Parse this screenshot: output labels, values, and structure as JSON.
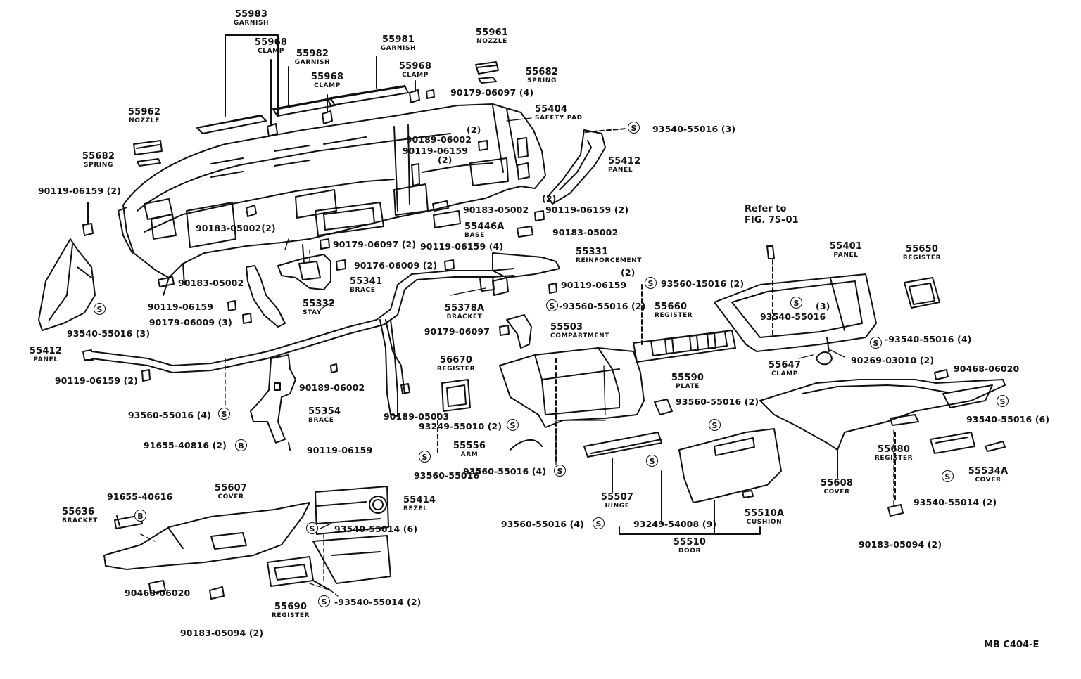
{
  "diagram_code": "MB C404-E",
  "reference_note": {
    "line1": "Refer to",
    "line2": "FIG. 75–01"
  },
  "symbols": {
    "s": "S",
    "b": "B"
  },
  "parts": [
    {
      "id": "garnish-55983",
      "number": "55983",
      "name": "GARNISH"
    },
    {
      "id": "clamp-55968-a",
      "number": "55968",
      "name": "CLAMP"
    },
    {
      "id": "garnish-55982",
      "number": "55982",
      "name": "GARNISH"
    },
    {
      "id": "clamp-55968-b",
      "number": "55968",
      "name": "CLAMP"
    },
    {
      "id": "garnish-55981",
      "number": "55981",
      "name": "GARNISH"
    },
    {
      "id": "clamp-55968-c",
      "number": "55968",
      "name": "CLAMP"
    },
    {
      "id": "nozzle-55961",
      "number": "55961",
      "name": "NOZZLE"
    },
    {
      "id": "spring-55682-a",
      "number": "55682",
      "name": "SPRING"
    },
    {
      "id": "safety-pad-55404",
      "number": "55404",
      "name": "SAFETY PAD"
    },
    {
      "id": "nozzle-55962",
      "number": "55962",
      "name": "NOZZLE"
    },
    {
      "id": "spring-55682-b",
      "number": "55682",
      "name": "SPRING"
    },
    {
      "id": "panel-55412-a",
      "number": "55412",
      "name": "PANEL"
    },
    {
      "id": "base-55446a",
      "number": "55446A",
      "name": "BASE"
    },
    {
      "id": "reinforcement-55331",
      "number": "55331",
      "name": "REINFORCEMENT"
    },
    {
      "id": "brace-55341",
      "number": "55341",
      "name": "BRACE"
    },
    {
      "id": "stay-55332",
      "number": "55332",
      "name": "STAY"
    },
    {
      "id": "panel-55412-b",
      "number": "55412",
      "name": "PANEL"
    },
    {
      "id": "bracket-55378a",
      "number": "55378A",
      "name": "BRACKET"
    },
    {
      "id": "compartment-55503",
      "number": "55503",
      "name": "COMPARTMENT"
    },
    {
      "id": "register-55660",
      "number": "55660",
      "name": "REGISTER"
    },
    {
      "id": "panel-55401",
      "number": "55401",
      "name": "PANEL"
    },
    {
      "id": "register-55650",
      "number": "55650",
      "name": "REGISTER"
    },
    {
      "id": "register-56670",
      "number": "56670",
      "name": "REGISTER"
    },
    {
      "id": "brace-55354",
      "number": "55354",
      "name": "BRACE"
    },
    {
      "id": "plate-55590",
      "number": "55590",
      "name": "PLATE"
    },
    {
      "id": "clamp-55647",
      "number": "55647",
      "name": "CLAMP"
    },
    {
      "id": "arm-55556",
      "number": "55556",
      "name": "ARM"
    },
    {
      "id": "cover-55607",
      "number": "55607",
      "name": "COVER"
    },
    {
      "id": "bezel-55414",
      "number": "55414",
      "name": "BEZEL"
    },
    {
      "id": "bracket-55636",
      "number": "55636",
      "name": "BRACKET"
    },
    {
      "id": "hinge-55507",
      "number": "55507",
      "name": "HINGE"
    },
    {
      "id": "cushion-55510a",
      "number": "55510A",
      "name": "CUSHION"
    },
    {
      "id": "door-55510",
      "number": "55510",
      "name": "DOOR"
    },
    {
      "id": "cover-55608",
      "number": "55608",
      "name": "COVER"
    },
    {
      "id": "register-55680",
      "number": "55680",
      "name": "REGISTER"
    },
    {
      "id": "cover-55534a",
      "number": "55534A",
      "name": "COVER"
    },
    {
      "id": "register-55690",
      "number": "55690",
      "name": "REGISTER"
    }
  ],
  "fasteners": [
    {
      "id": "f01",
      "text": "90179-06097 (4)"
    },
    {
      "id": "f02",
      "text": "93540-55016 (3)"
    },
    {
      "id": "f03",
      "text": "90189-06002"
    },
    {
      "id": "f04",
      "text": "(2)"
    },
    {
      "id": "f05",
      "text": "90119-06159"
    },
    {
      "id": "f06",
      "text": "(2)"
    },
    {
      "id": "f07",
      "text": "90119-06159 (2)"
    },
    {
      "id": "f08",
      "text": "90183-05002"
    },
    {
      "id": "f09",
      "text": "(2)"
    },
    {
      "id": "f10",
      "text": "90119-06159 (2)"
    },
    {
      "id": "f11",
      "text": "90183-05002(2)"
    },
    {
      "id": "f12",
      "text": "90183-05002"
    },
    {
      "id": "f13",
      "text": "90179-06097 (2)"
    },
    {
      "id": "f14",
      "text": "90119-06159 (4)"
    },
    {
      "id": "f15",
      "text": "90176-06009 (2)"
    },
    {
      "id": "f16",
      "text": "(2)"
    },
    {
      "id": "f17",
      "text": "90183-05002"
    },
    {
      "id": "f18",
      "text": "90119-06159"
    },
    {
      "id": "f19",
      "text": "93560-15016 (2)"
    },
    {
      "id": "f20",
      "text": "90119-06159"
    },
    {
      "id": "f21",
      "text": "-93560-55016 (2)"
    },
    {
      "id": "f22",
      "text": "90179-06009 (3)"
    },
    {
      "id": "f23",
      "text": "93540-55016 (3)"
    },
    {
      "id": "f24",
      "text": "90179-06097"
    },
    {
      "id": "f25",
      "text": "(3)"
    },
    {
      "id": "f26",
      "text": "93540-55016"
    },
    {
      "id": "f27",
      "text": "-93540-55016 (4)"
    },
    {
      "id": "f28",
      "text": "90269-03010 (2)"
    },
    {
      "id": "f29",
      "text": "90468-06020"
    },
    {
      "id": "f30",
      "text": "90119-06159 (2)"
    },
    {
      "id": "f31",
      "text": "90189-06002"
    },
    {
      "id": "f32",
      "text": "93560-55016 (4)"
    },
    {
      "id": "f33",
      "text": "90189-05003"
    },
    {
      "id": "f34",
      "text": "93249-55010 (2)"
    },
    {
      "id": "f35",
      "text": "93560-55016 (2)"
    },
    {
      "id": "f36",
      "text": "93540-55016 (6)"
    },
    {
      "id": "f37",
      "text": "91655-40816 (2)"
    },
    {
      "id": "f38",
      "text": "90119-06159"
    },
    {
      "id": "f39",
      "text": "93560-55016"
    },
    {
      "id": "f40",
      "text": "93560-55016 (4)"
    },
    {
      "id": "f41",
      "text": "93540-55014 (2)"
    },
    {
      "id": "f42",
      "text": "91655-40616"
    },
    {
      "id": "f43",
      "text": "93540-55014 (6)"
    },
    {
      "id": "f44",
      "text": "93560-55016 (4)"
    },
    {
      "id": "f45",
      "text": "93249-54008 (9)"
    },
    {
      "id": "f46",
      "text": "90183-05094 (2)"
    },
    {
      "id": "f47",
      "text": "90468-06020"
    },
    {
      "id": "f48",
      "text": "-93540-55014 (2)"
    },
    {
      "id": "f49",
      "text": "90183-05094 (2)"
    }
  ]
}
